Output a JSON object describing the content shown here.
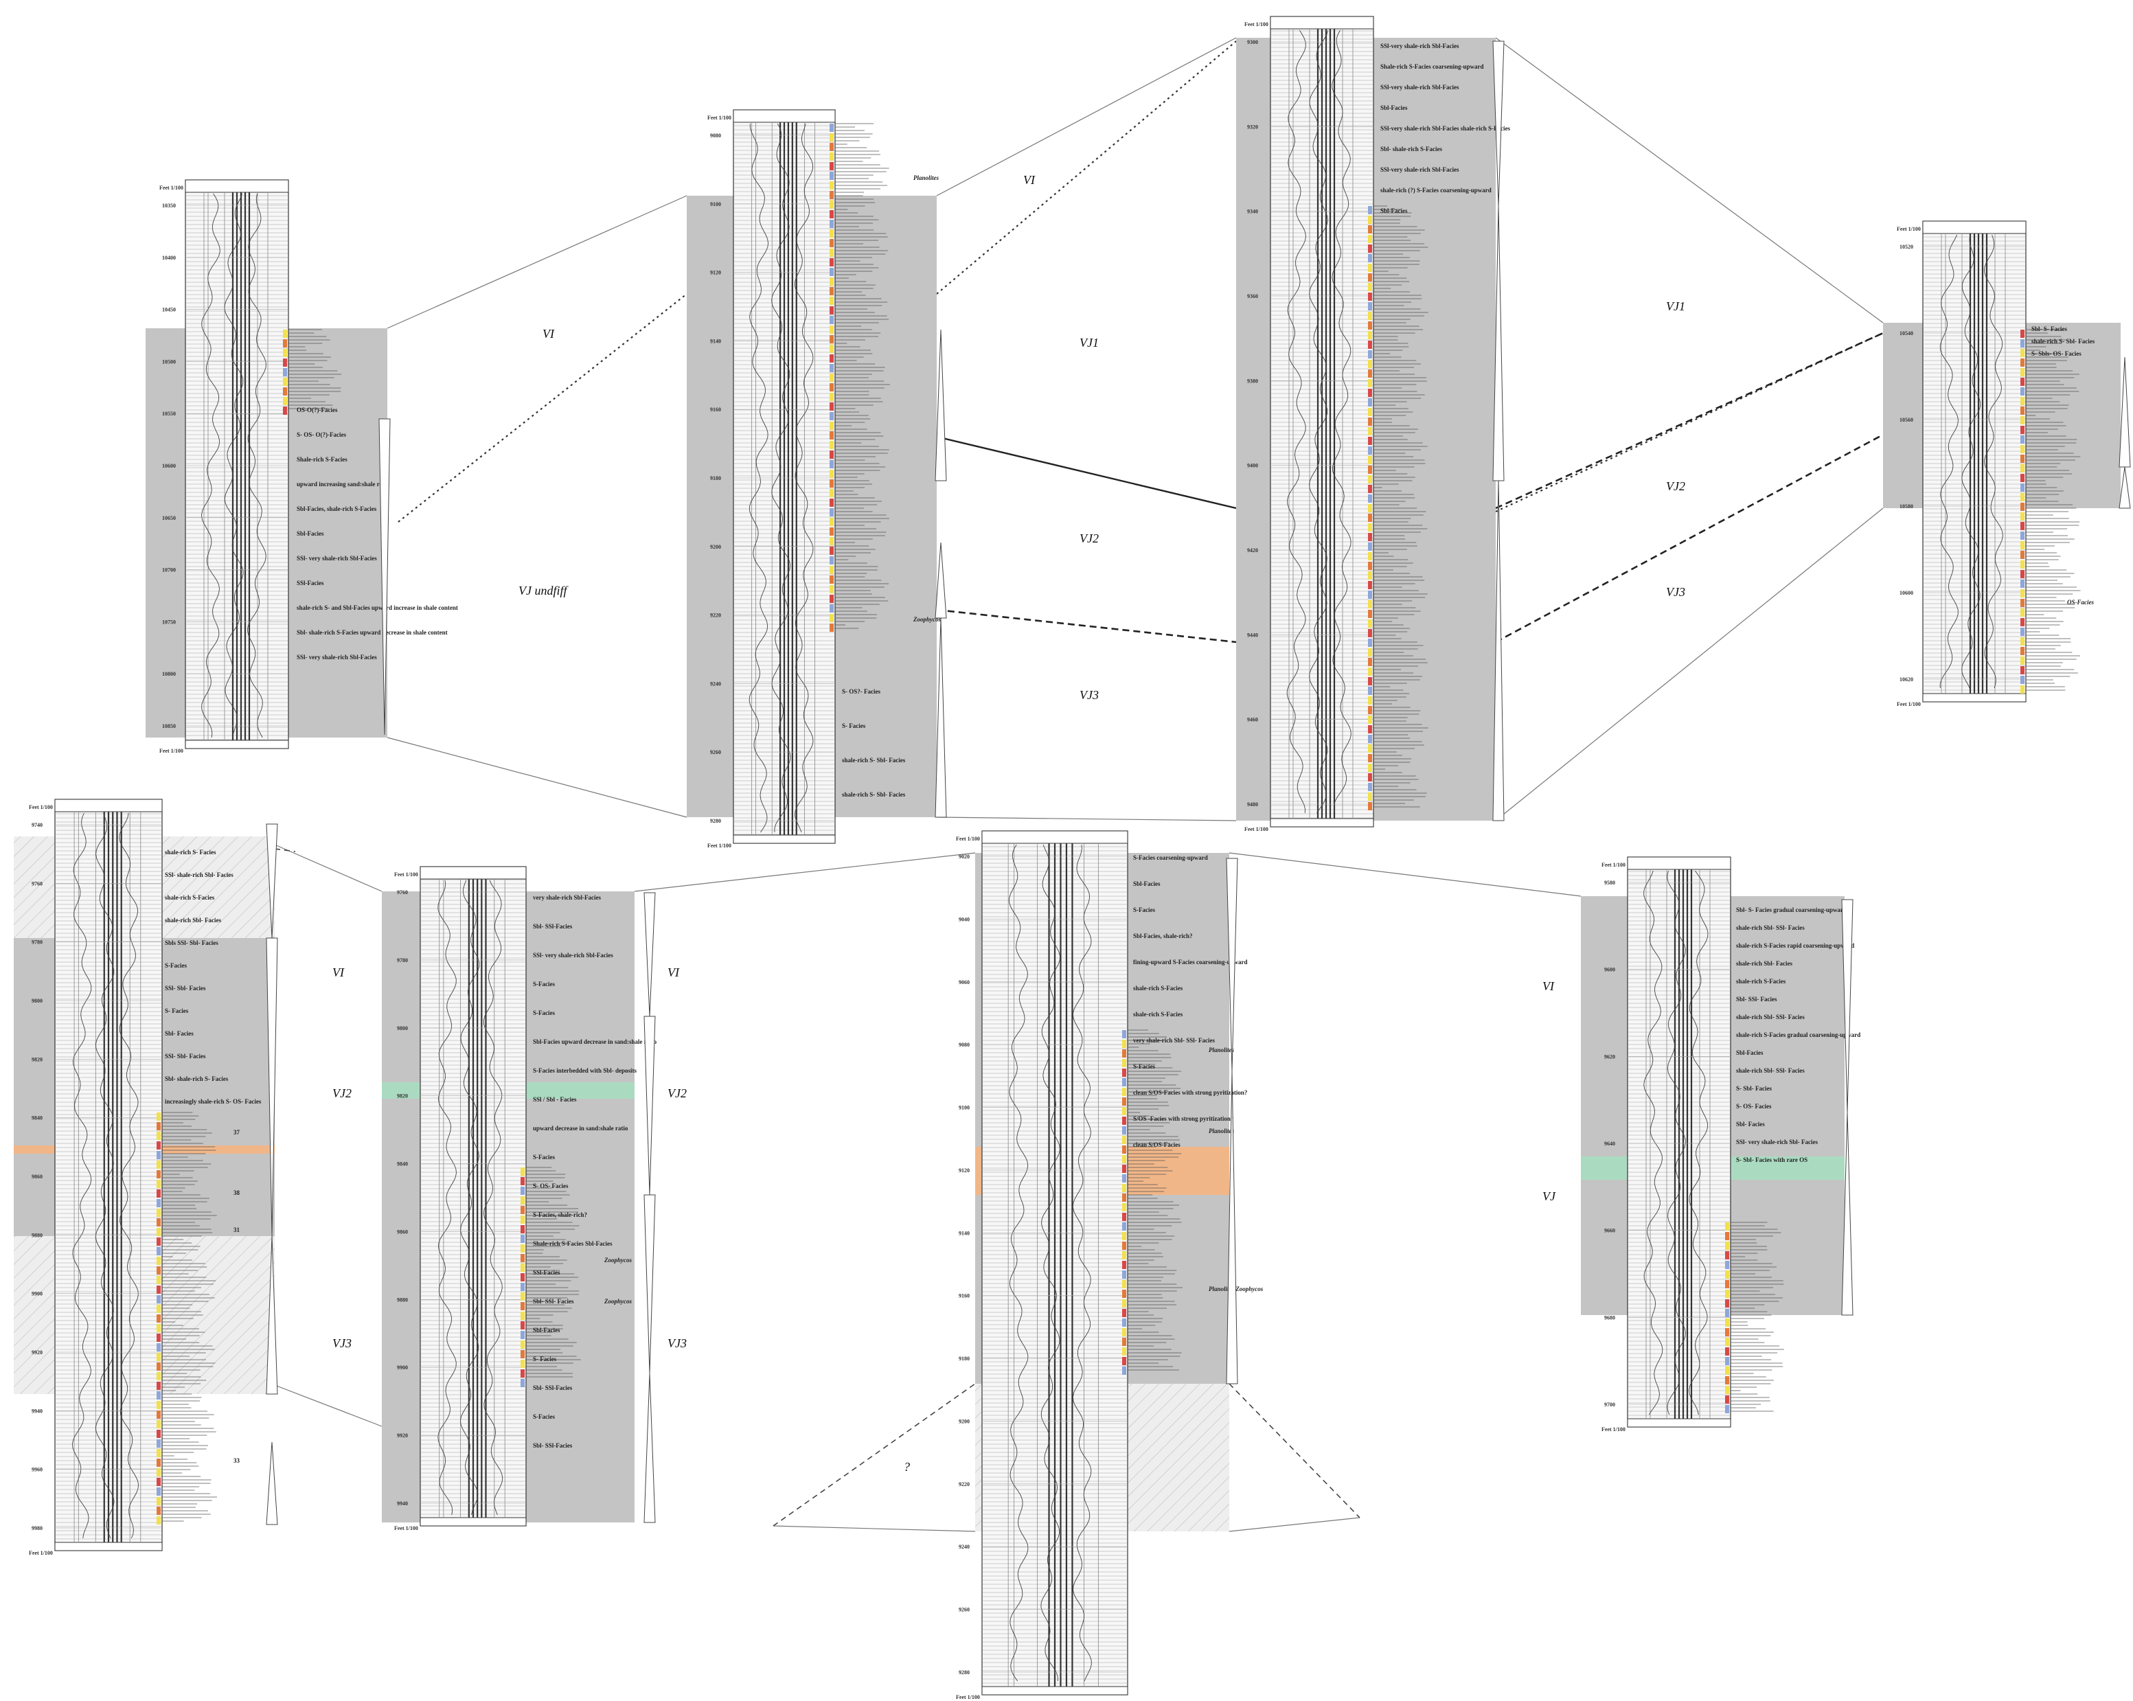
{
  "wells": [
    {
      "depths": [
        "10350",
        "10400",
        "10450",
        "10500",
        "10550",
        "10600",
        "10650",
        "10700",
        "10750",
        "10800",
        "10850"
      ],
      "facies": [
        "OS-O(?)-Facies",
        "S- OS- O(?)-Facies",
        "Shale-rich S-Facies",
        "upward increasing sand:shale ratio",
        "Sbl-Facies, shale-rich S-Facies",
        "Sbl-Facies",
        "SSl- very shale-rich Sbl-Facies",
        "SSl-Facies",
        "shale-rich S- and Sbl-Facies upward increase in shale content",
        "Sbl- shale-rich S-Facies upward decrease in shale content",
        "SSl- very shale-rich Sbl-Facies"
      ],
      "label": "Feet 1/100"
    },
    {
      "depths": [
        "9080",
        "9100",
        "9120",
        "9140",
        "9160",
        "9180",
        "9200",
        "9220",
        "9240",
        "9260",
        "9280"
      ],
      "facies": [
        "S- OS?- Facies",
        "S- Facies",
        "shale-rich S- Sbl- Facies",
        "shale-rich S- Sbl- Facies"
      ],
      "annotations": [
        "Planolites",
        "Zoophycos"
      ],
      "label": "Feet 1/100"
    },
    {
      "depths": [
        "9300",
        "9320",
        "9340",
        "9360",
        "9380",
        "9400",
        "9420",
        "9440",
        "9460",
        "9480"
      ],
      "facies": [
        "SSl-very shale-rich Sbl-Facies",
        "Shale-rich S-Facies coarsening-upward",
        "SSl-very shale-rich Sbl-Facies",
        "Sbl-Facies",
        "SSl-very shale-rich Sbl-Facies shale-rich S-Facies",
        "Sbl- shale-rich S-Facies",
        "SSl-very shale-rich Sbl-Facies",
        "shale-rich (?) S-Facies coarsening-upward",
        "Sbl-Facies"
      ],
      "label": "Feet 1/100"
    },
    {
      "depths": [
        "10520",
        "10540",
        "10560",
        "10580",
        "10600",
        "10620"
      ],
      "facies": [
        "Sbl- S- Facies",
        "shale-rich S- Sbl- Facies",
        "S- Sbls- OS- Facies"
      ],
      "annotations": [
        "OS-Facies"
      ],
      "label": "Feet 1/100"
    },
    {
      "depths": [
        "9740",
        "9760",
        "9780",
        "9800",
        "9820",
        "9840",
        "9860",
        "9880",
        "9900",
        "9920",
        "9940",
        "9960",
        "9980"
      ],
      "facies": [
        "shale-rich S- Facies",
        "SSl- shale-rich Sbl- Facies",
        "shale-rich S-Facies",
        "shale-rich Sbl- Facies",
        "Sbls SSl- Sbl- Facies",
        "S-Facies",
        "SSl- Sbl- Facies",
        "S- Facies",
        "Sbl- Facies",
        "SSl- Sbl- Facies",
        "Sbl- shale-rich S- Facies",
        "increasingly shale-rich S- OS- Facies"
      ],
      "numbers": [
        "37",
        "38",
        "31",
        "33"
      ],
      "label": "Feet 1/100"
    },
    {
      "depths": [
        "9760",
        "9780",
        "9800",
        "9820",
        "9840",
        "9860",
        "9880",
        "9900",
        "9920",
        "9940"
      ],
      "facies": [
        "very shale-rich Sbl-Facies",
        "Sbl- SSl-Facies",
        "SSl- very shale-rich Sbl-Facies",
        "S-Facies",
        "S-Facies",
        "Sbl-Facies upward decrease in sand:shale ratio",
        "S-Facies interbedded with Sbl- deposits",
        "SSl / Sbl - Facies",
        "upward decrease in sand:shale ratio",
        "S-Facies",
        "S- OS- Facies",
        "S-Facies, shale-rich?",
        "Shale-rich S-Facies Sbl-Facies",
        "SSl-Facies",
        "Sbl- SSl- Facies",
        "Sbl-Facies",
        "S- Facies",
        "Sbl- SSl-Facies",
        "S-Facies",
        "Sbl- SSl-Facies"
      ],
      "annotations": [
        "Zoophycos",
        "Zoophycos"
      ],
      "label": "Feet 1/100"
    },
    {
      "depths": [
        "9020",
        "9040",
        "9060",
        "9080",
        "9100",
        "9120",
        "9140",
        "9160",
        "9180",
        "9200",
        "9220",
        "9240",
        "9260",
        "9280"
      ],
      "facies": [
        "S-Facies coarsening-upward",
        "Sbl-Facies",
        "S-Facies",
        "Sbl-Facies, shale-rich?",
        "fining-upward S-Facies coarsening-upward",
        "shale-rich S-Facies",
        "shale-rich S-Facies",
        "very shale-rich Sbl- SSl- Facies",
        "S-Facies",
        "clean S/OS-Facies with strong pyritization?",
        "S/OS -Facies with strong pyritization?",
        "clean S/OS-Facies"
      ],
      "annotations": [
        "Planolites",
        "Planolites",
        "Planolites Zoophycos"
      ],
      "label": "Feet 1/100"
    },
    {
      "depths": [
        "9580",
        "9600",
        "9620",
        "9640",
        "9660",
        "9680",
        "9700"
      ],
      "facies": [
        "Sbl- S- Facies gradual coarsening-upward",
        "shale-rich Sbl- SSl- Facies",
        "shale-rich S-Facies rapid coarsening-upward",
        "shale-rich Sbl- Facies",
        "shale-rich S-Facies",
        "Sbl- SSl- Facies",
        "shale-rich Sbl- SSl- Facies",
        "shale-rich S-Facies gradual coarsening-upward",
        "Sbl-Facies",
        "shale-rich Sbl- SSl- Facies",
        "S- Sbl- Facies",
        "S- OS- Facies",
        "Sbl- Facies",
        "SSl- very shale-rich Sbl- Facies",
        "S- Sbl- Facies with rare OS"
      ],
      "label": "Feet 1/100"
    }
  ],
  "zones": {
    "vi": "VI",
    "vj1": "VJ1",
    "vj2": "VJ2",
    "vj3": "VJ3",
    "vj_undiff": "VJ undfiff",
    "vj": "VJ",
    "question": "?"
  }
}
